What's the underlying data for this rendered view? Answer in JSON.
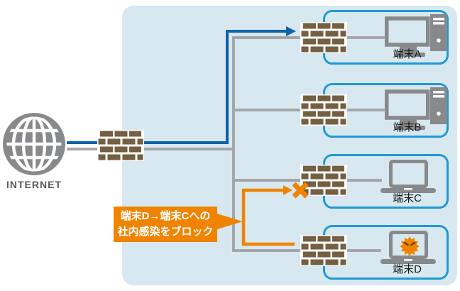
{
  "internet": {
    "label": "INTERNET",
    "icon": "globe-icon"
  },
  "gateway": {
    "icon": "firewall-brick-icon"
  },
  "endpoints": [
    {
      "label": "端末A",
      "device": "desktop-pc",
      "firewall": true,
      "status": "normal"
    },
    {
      "label": "端末B",
      "device": "desktop-pc",
      "firewall": true,
      "status": "normal"
    },
    {
      "label": "端末C",
      "device": "laptop",
      "firewall": true,
      "status": "blocked-traffic-target"
    },
    {
      "label": "端末D",
      "device": "laptop",
      "firewall": true,
      "status": "infected"
    }
  ],
  "callout": {
    "line1": "端末D→端末Cへの",
    "line2": "社内感染をブロック"
  },
  "marks": {
    "blocked": "x-mark-icon",
    "infection": "virus-icon",
    "allowed_flow": "blue-arrow",
    "blocked_flow": "orange-arrow"
  },
  "colors": {
    "page_background": "#ffffff",
    "panel_background": "#d8e8f0",
    "endpoint_box_border": "#1f99d6",
    "firewall_brick": "#745f41",
    "firewall_mortar": "#ffffff",
    "line_gray": "#a4a6a9",
    "line_blue": "#0f62a8",
    "accent_orange": "#f08300",
    "device_icon_gray": "#87898b",
    "virus_eye": "#8a3c00",
    "internet_label_color": "#58595b",
    "endpoint_label_color": "#1a1a1a"
  }
}
